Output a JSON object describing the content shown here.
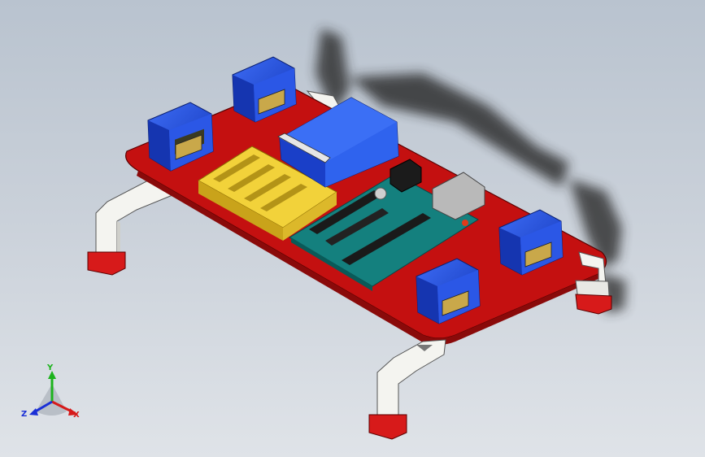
{
  "viewport": {
    "background_top": "#b9c3cf",
    "background_bottom": "#dfe3e8"
  },
  "model": {
    "plate_color": "#cc1111",
    "servo_color": "#1a3fd0",
    "breadboard_color": "#f2d23a",
    "battery_color": "#1d4fe0",
    "arduino_color": "#14807e",
    "leg_color": "#f4f4f0",
    "foot_color": "#d71a1a"
  },
  "triad": {
    "y_label": "Y",
    "z_label": "Z",
    "x_label": "X",
    "x_color": "#d61a1a",
    "y_color": "#1db31d",
    "z_color": "#1a2fd6"
  }
}
